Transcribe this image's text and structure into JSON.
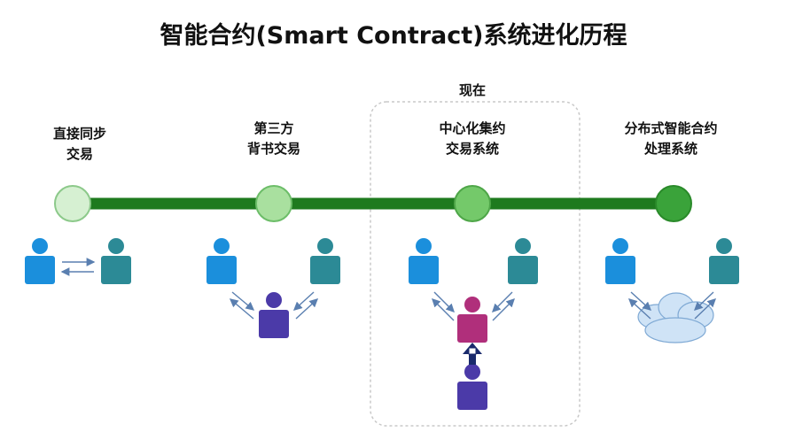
{
  "title": "智能合约(Smart Contract)系统进化历程",
  "now_label": "现在",
  "stages": [
    {
      "line1": "直接同步",
      "line2": "交易"
    },
    {
      "line1": "第三方",
      "line2": "背书交易"
    },
    {
      "line1": "中心化集约",
      "line2": "交易系统"
    },
    {
      "line1": "分布式智能合约",
      "line2": "处理系统"
    }
  ],
  "colors": {
    "timeline": "#1e7a1e",
    "node_1": "#d6f0d2",
    "node_2": "#a9e09f",
    "node_3": "#74c96a",
    "node_4": "#3aa33a",
    "person_blue": "#1b8fdc",
    "person_teal": "#2c8a96",
    "person_purple": "#4b3aa8",
    "person_magenta": "#b02f7b",
    "arrow": "#5a7fb0",
    "cloud": "#cfe3f6"
  },
  "icons": [
    "person-icon",
    "cloud-icon",
    "lock-icon",
    "double-arrow-icon"
  ]
}
